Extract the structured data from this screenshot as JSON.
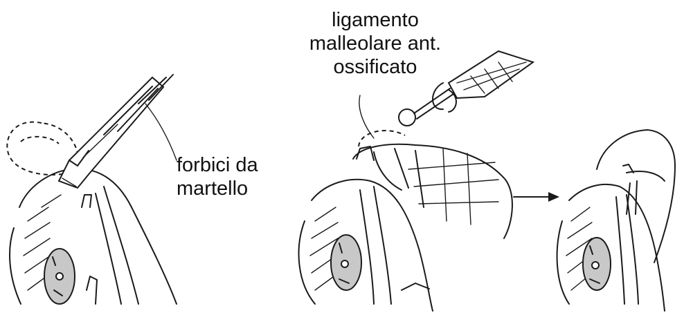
{
  "labels": {
    "ossified_ligament_line1": "ligamento",
    "ossified_ligament_line2": "malleolare ant.",
    "ossified_ligament_line3": "ossificato",
    "scissors_line1": "forbici da",
    "scissors_line2": "martello"
  },
  "panels": [
    {
      "id": "left",
      "description_icon": "malleus-scissors-panel"
    },
    {
      "id": "middle",
      "description_icon": "burr-drilling-panel"
    },
    {
      "id": "right",
      "description_icon": "result-panel"
    }
  ],
  "colors": {
    "ink": "#1a1a1a",
    "bone_fill": "#c8c8c8",
    "background": "#ffffff"
  }
}
